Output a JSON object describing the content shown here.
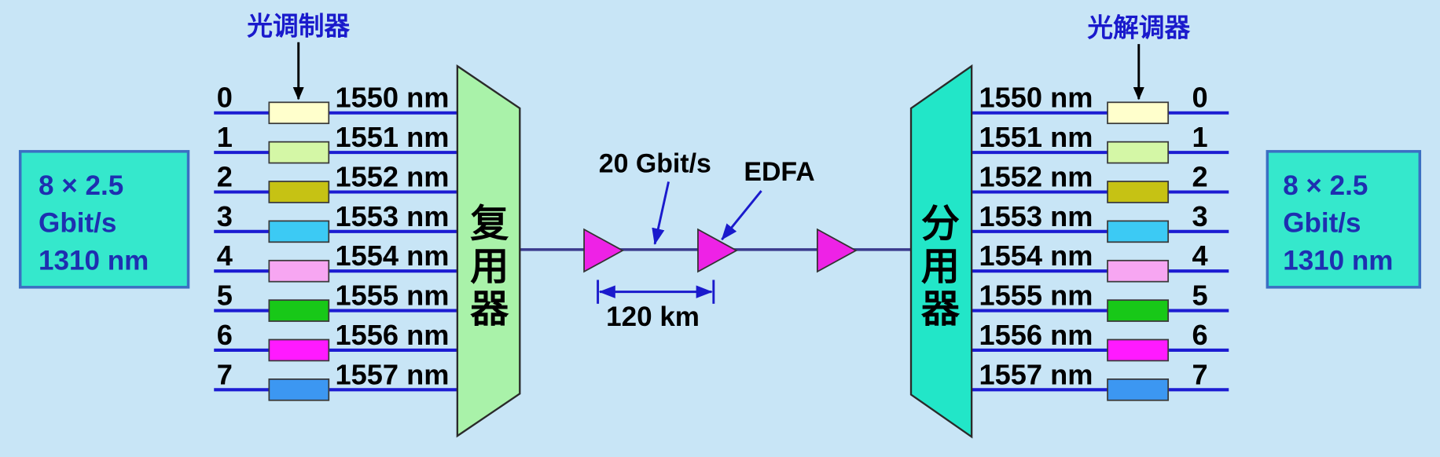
{
  "diagram": {
    "modulator_label": "光调制器",
    "demodulator_label": "光解调器",
    "input_signal": [
      "8 × 2.5",
      "Gbit/s",
      "1310 nm"
    ],
    "output_signal": [
      "8 × 2.5",
      "Gbit/s",
      "1310 nm"
    ],
    "multiplexer_label": "复用器",
    "demultiplexer_label": "分用器",
    "link_rate_label": "20 Gbit/s",
    "amplifier_label": "EDFA",
    "span_label": "120 km",
    "channels": [
      {
        "number": "0",
        "wavelength": "1550 nm",
        "color": "#ffffcc"
      },
      {
        "number": "1",
        "wavelength": "1551 nm",
        "color": "#d4f7a6"
      },
      {
        "number": "2",
        "wavelength": "1552 nm",
        "color": "#c6c214"
      },
      {
        "number": "3",
        "wavelength": "1553 nm",
        "color": "#3ccaf4"
      },
      {
        "number": "4",
        "wavelength": "1554 nm",
        "color": "#f7a6f2"
      },
      {
        "number": "5",
        "wavelength": "1555 nm",
        "color": "#18c818"
      },
      {
        "number": "6",
        "wavelength": "1556 nm",
        "color": "#ff1aff"
      },
      {
        "number": "7",
        "wavelength": "1557 nm",
        "color": "#3c97f2"
      }
    ]
  },
  "colors": {
    "background": "#c8e5f6",
    "channel_line": "#1c1cd2",
    "fiber": "#3a3a8c",
    "multiplexer": "#a9f2a9",
    "demultiplexer": "#22e6c8",
    "signal_box": "#35e8cc",
    "signal_text": "#1e2fb0",
    "amplifier": "#ee22e6",
    "label_blue": "#1a1acc",
    "pointer_blue": "#1a1acc"
  }
}
